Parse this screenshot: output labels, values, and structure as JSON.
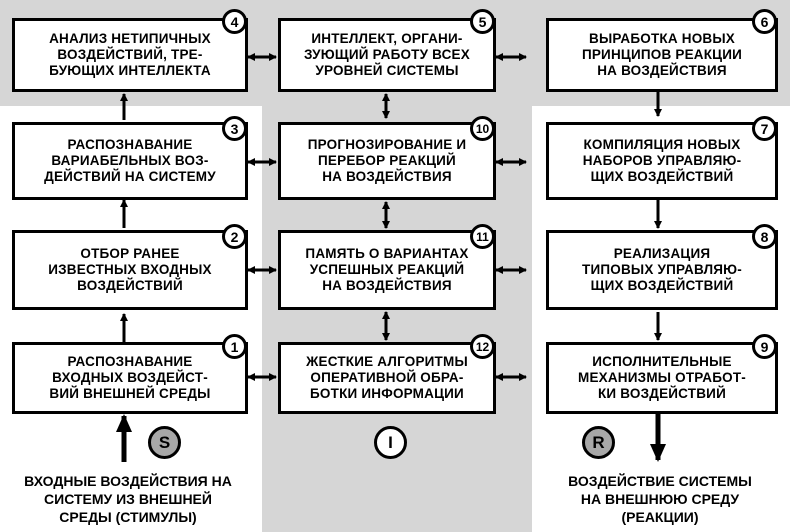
{
  "boxes": [
    {
      "num": "1",
      "text": "РАСПОЗНАВАНИЕ\nВХОДНЫХ  ВОЗДЕЙСТ-\nВИЙ ВНЕШНЕЙ СРЕДЫ"
    },
    {
      "num": "2",
      "text": "ОТБОР РАНЕЕ\nИЗВЕСТНЫХ ВХОДНЫХ\nВОЗДЕЙСТВИЙ"
    },
    {
      "num": "3",
      "text": "РАСПОЗНАВАНИЕ\nВАРИАБЕЛЬНЫХ ВОЗ-\nДЕЙСТВИЙ НА СИСТЕМУ"
    },
    {
      "num": "4",
      "text": "АНАЛИЗ НЕТИПИЧНЫХ\nВОЗДЕЙСТВИЙ, ТРЕ-\nБУЮЩИХ ИНТЕЛЛЕКТА"
    },
    {
      "num": "5",
      "text": "ИНТЕЛЛЕКТ, ОРГАНИ-\nЗУЮЩИЙ РАБОТУ ВСЕХ\nУРОВНЕЙ СИСТЕМЫ"
    },
    {
      "num": "6",
      "text": "ВЫРАБОТКА НОВЫХ\nПРИНЦИПОВ РЕАКЦИИ\nНА ВОЗДЕЙСТВИЯ"
    },
    {
      "num": "7",
      "text": "КОМПИЛЯЦИЯ НОВЫХ\nНАБОРОВ УПРАВЛЯЮ-\nЩИХ ВОЗДЕЙСТВИЙ"
    },
    {
      "num": "8",
      "text": "РЕАЛИЗАЦИЯ\nТИПОВЫХ УПРАВЛЯЮ-\nЩИХ ВОЗДЕЙСТВИЙ"
    },
    {
      "num": "9",
      "text": "ИСПОЛНИТЕЛЬНЫЕ\nМЕХАНИЗМЫ ОТРАБОТ-\nКИ ВОЗДЕЙСТВИЙ"
    },
    {
      "num": "10",
      "text": "ПРОГНОЗИРОВАНИЕ И\nПЕРЕБОР РЕАКЦИЙ\nНА ВОЗДЕЙСТВИЯ"
    },
    {
      "num": "11",
      "text": "ПАМЯТЬ О ВАРИАНТАХ\nУСПЕШНЫХ РЕАКЦИЙ\nНА ВОЗДЕЙСТВИЯ"
    },
    {
      "num": "12",
      "text": "ЖЕСТКИЕ АЛГОРИТМЫ\nОПЕРАТИВНОЙ ОБРА-\nБОТКИ ИНФОРМАЦИИ"
    }
  ],
  "markers": {
    "s": "S",
    "i": "I",
    "r": "R"
  },
  "captions": {
    "input": "ВХОДНЫЕ ВОЗДЕЙСТВИЯ НА\nСИСТЕМУ ИЗ ВНЕШНЕЙ\nСРЕДЫ (СТИМУЛЫ)",
    "output": "ВОЗДЕЙСТВИЕ СИСТЕМЫ\nНА ВНЕШНЮЮ СРЕДУ\n(РЕАКЦИИ)"
  },
  "colors": {
    "panel": "#d6d6d6",
    "box_fill": "#ffffff",
    "line": "#000000",
    "marker_fill": "#a8a8a8"
  }
}
